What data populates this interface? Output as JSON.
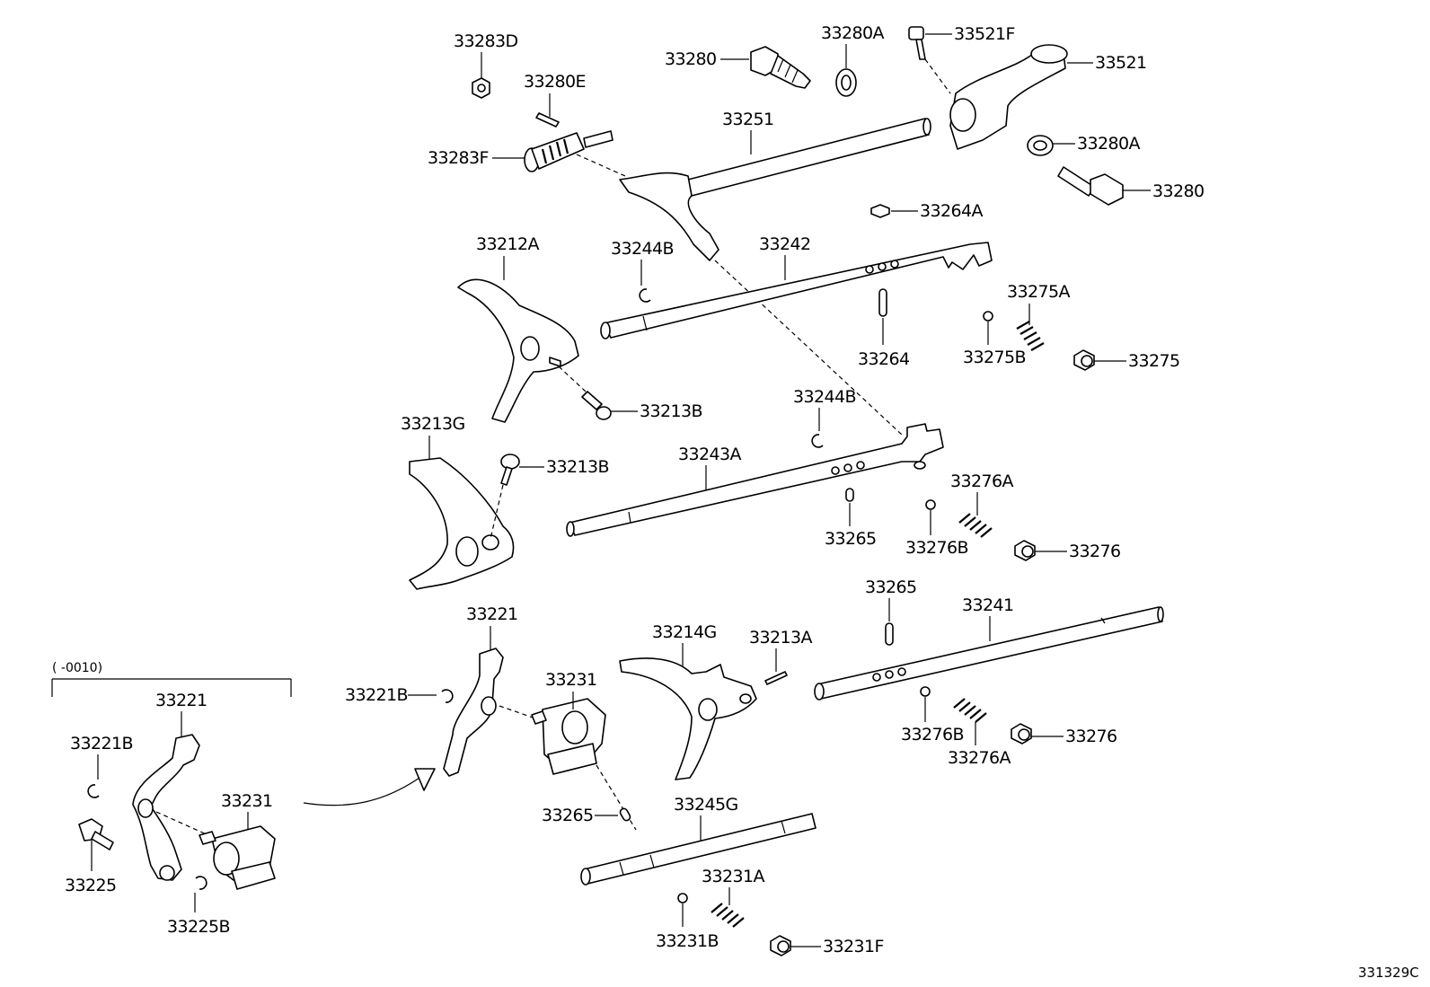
{
  "diagram": {
    "code": "331329C",
    "inset_serial": "(      -0010)",
    "labels": {
      "l33283D": "33283D",
      "l33280E": "33280E",
      "l33280": "33280",
      "l33280A": "33280A",
      "l33521F": "33521F",
      "l33521": "33521",
      "l33280A_2": "33280A",
      "l33280_2": "33280",
      "l33283F": "33283F",
      "l33251": "33251",
      "l33264A": "33264A",
      "l33212A": "33212A",
      "l33244B": "33244B",
      "l33242": "33242",
      "l33275A": "33275A",
      "l33264": "33264",
      "l33275B": "33275B",
      "l33275": "33275",
      "l33213B": "33213B",
      "l33244B_2": "33244B",
      "l33213G": "33213G",
      "l33213B_2": "33213B",
      "l33243A": "33243A",
      "l33276A": "33276A",
      "l33265": "33265",
      "l33276B": "33276B",
      "l33276": "33276",
      "l33265_2": "33265",
      "l33241": "33241",
      "l33221": "33221",
      "l33214G": "33214G",
      "l33213A": "33213A",
      "l33231": "33231",
      "l33221B": "33221B",
      "l33276B_2": "33276B",
      "l33276_2": "33276",
      "l33276A_2": "33276A",
      "l33221_inset": "33221",
      "l33221B_inset": "33221B",
      "l33231_inset": "33231",
      "l33225": "33225",
      "l33225B": "33225B",
      "l33265_3": "33265",
      "l33245G": "33245G",
      "l33231A": "33231A",
      "l33231B": "33231B",
      "l33231F": "33231F"
    }
  }
}
